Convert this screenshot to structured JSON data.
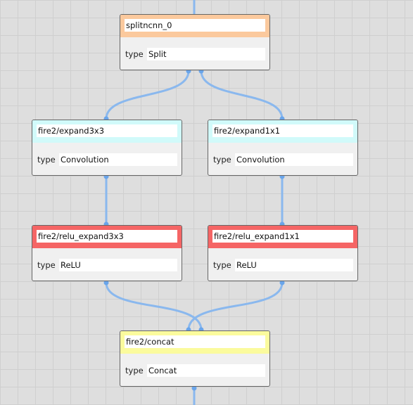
{
  "colors": {
    "edge": "#8ab8ee",
    "port": "#6aa5ea",
    "split_header": "#fbc99d",
    "convolution_header": "#d1fafa",
    "relu_header": "#f56565",
    "concat_header": "#fbfb9d"
  },
  "nodes": [
    {
      "name": "splitncnn_0",
      "type_label": "type",
      "type_value": "Split"
    },
    {
      "name": "fire2/expand3x3",
      "type_label": "type",
      "type_value": "Convolution"
    },
    {
      "name": "fire2/expand1x1",
      "type_label": "type",
      "type_value": "Convolution"
    },
    {
      "name": "fire2/relu_expand3x3",
      "type_label": "type",
      "type_value": "ReLU"
    },
    {
      "name": "fire2/relu_expand1x1",
      "type_label": "type",
      "type_value": "ReLU"
    },
    {
      "name": "fire2/concat",
      "type_label": "type",
      "type_value": "Concat"
    }
  ]
}
